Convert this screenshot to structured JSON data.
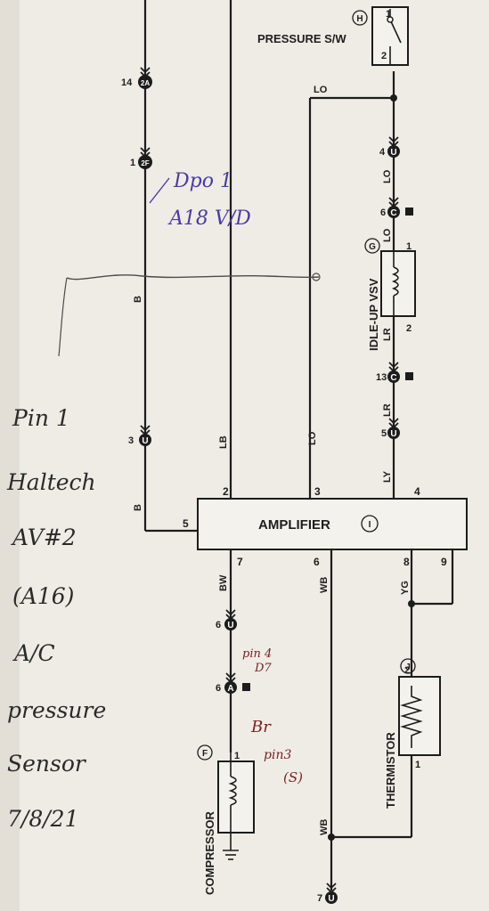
{
  "components": {
    "pressure_switch": {
      "label": "PRESSURE S/W",
      "ref": "H",
      "pin_top": "1",
      "pin_bottom": "2"
    },
    "idle_up_vsv": {
      "label": "IDLE-UP VSV",
      "ref": "G",
      "pin_top": "1",
      "pin_bottom": "2"
    },
    "amplifier": {
      "label": "AMPLIFIER",
      "ref": "I",
      "pins": [
        "2",
        "3",
        "4",
        "5",
        "7",
        "6",
        "8",
        "9"
      ]
    },
    "thermistor": {
      "label": "THERMISTOR",
      "ref": "J",
      "pin_top": "2",
      "pin_bottom": "1"
    },
    "compressor": {
      "label": "COMPRESSOR",
      "ref": "F",
      "pin_top": "1"
    }
  },
  "connectors": [
    {
      "id": "14-2A",
      "num": "14",
      "code": "2A"
    },
    {
      "id": "1-2F",
      "num": "1",
      "code": "2F"
    },
    {
      "id": "4-U-top",
      "num": "4",
      "code": "U"
    },
    {
      "id": "6-C",
      "num": "6",
      "code": "C"
    },
    {
      "id": "13-C",
      "num": "13",
      "code": "C"
    },
    {
      "id": "5-U",
      "num": "5",
      "code": "U"
    },
    {
      "id": "3-U",
      "num": "3",
      "code": "U"
    },
    {
      "id": "6-U",
      "num": "6",
      "code": "U"
    },
    {
      "id": "6-A",
      "num": "6",
      "code": "A"
    },
    {
      "id": "7-U",
      "num": "7",
      "code": "U"
    }
  ],
  "wire_colors": {
    "lo_top": "LO",
    "lo_vert1": "LO",
    "lo_vert2": "LO",
    "lo_amp": "LO",
    "lr1": "LR",
    "lr2": "LR",
    "ly": "LY",
    "b1": "B",
    "b2": "B",
    "lb": "LB",
    "bw": "BW",
    "wb1": "WB",
    "wb2": "WB",
    "yg": "YG"
  },
  "handwriting": {
    "blue_line1": "Dpo 1",
    "blue_line2": "A18 V/D",
    "red_pin4": "pin 4",
    "red_d7": "D7",
    "red_br": "Br",
    "red_pin3": "pin3",
    "red_s": "(S)",
    "note_lines": [
      "Pin 1",
      "Haltech",
      "AV#2",
      "(A16)",
      "A/C",
      "pressure",
      "Sensor",
      "7/8/21"
    ]
  }
}
